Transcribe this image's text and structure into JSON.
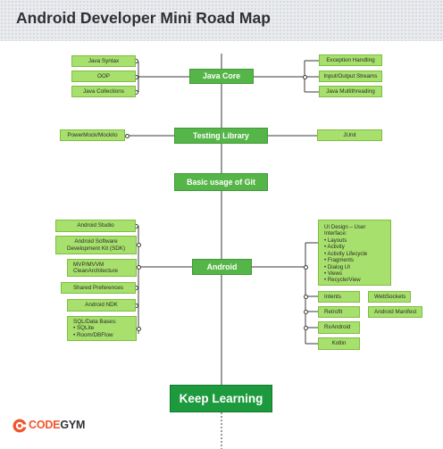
{
  "title": "Android Developer Mini Road Map",
  "hubs": {
    "java_core": "Java Core",
    "testing_library": "Testing Library",
    "git": "Basic usage of Git",
    "android": "Android",
    "keep_learning": "Keep Learning"
  },
  "java_core": {
    "left": [
      "Java Syntax",
      "OOP",
      "Java Collections"
    ],
    "right": [
      "Exception Handling",
      "Input/Output Streams",
      "Java Multithreading"
    ]
  },
  "testing": {
    "left": "PowerMock/Mockito",
    "right": "JUnit"
  },
  "android": {
    "left": [
      "Android Studio",
      "Android Software\nDevelopment Kit (SDK)",
      "MVP/MVVM\nCleanArchitecture",
      "Shared Preferences",
      "Android NDK",
      "SQL/Data Bases:\n• SQLite\n• Room/DBFlow"
    ],
    "ui_design": {
      "heading": "UI Design – User Interface:",
      "items": [
        "Layouts",
        "Activity",
        "Activity Lifecycle",
        "Fragments",
        "Dialog UI",
        "Views",
        "RecyclerView"
      ]
    },
    "right": [
      "Intents",
      "Retrofit",
      "RxAndroid",
      "Kotlin"
    ],
    "right_extra": [
      "WebSockets",
      "Android Manifest"
    ]
  },
  "logo": {
    "code": "CODE",
    "gym": "GYM",
    "code_color": "#f0552a",
    "gym_color": "#2f3136"
  },
  "colors": {
    "leaf": "#a7e06c",
    "hub": "#56b548",
    "keep": "#1d9a3d",
    "line": "#3a3a3a"
  }
}
